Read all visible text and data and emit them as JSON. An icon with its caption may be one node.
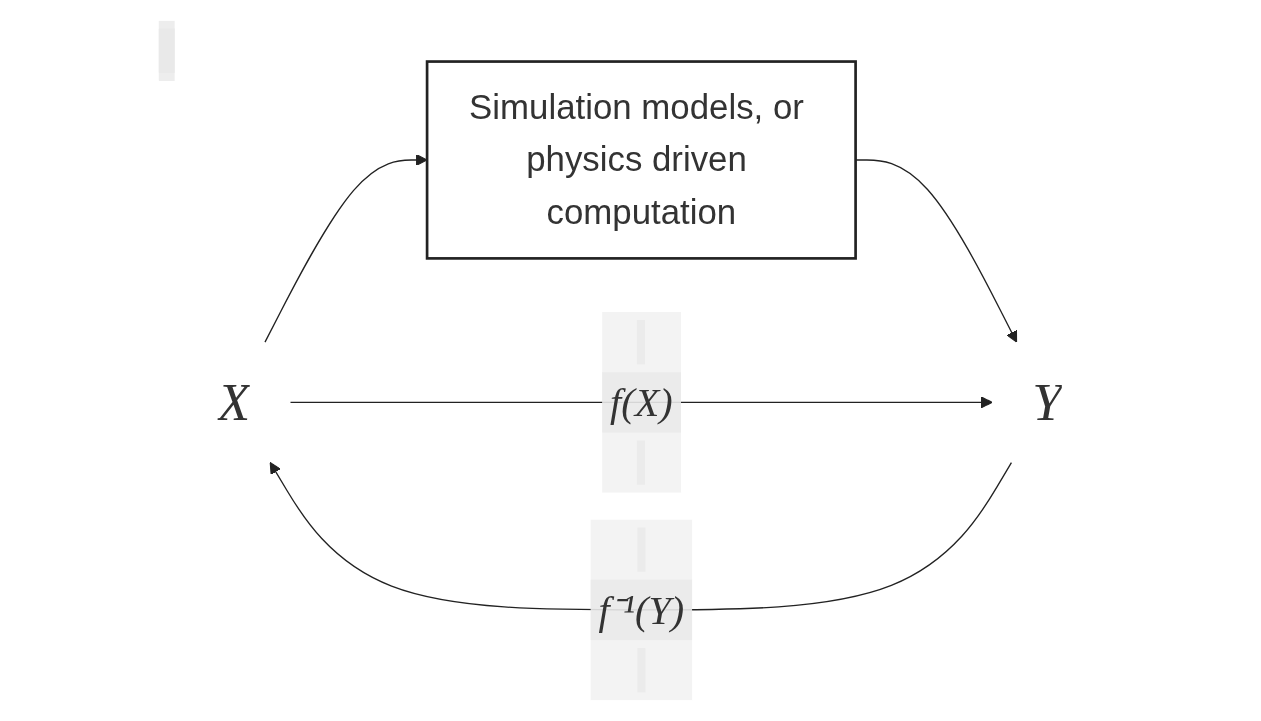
{
  "diagram": {
    "nodes": [
      {
        "text": [
          "X"
        ]
      },
      {
        "text": [
          "Simulation models, or physics driven computation"
        ]
      },
      {
        "text": [
          "Y"
        ]
      }
    ],
    "edges": [
      {
        "from": 0,
        "to": 1,
        "arrow": "to"
      },
      {
        "from": 1,
        "to": 2,
        "arrow": "to"
      },
      {
        "from": 2,
        "to": 0,
        "arrow": "to",
        "label": "f⁻¹(Y)"
      },
      {
        "from": 0,
        "to": 2,
        "arrow": "to",
        "label": "f(X)"
      }
    ]
  }
}
